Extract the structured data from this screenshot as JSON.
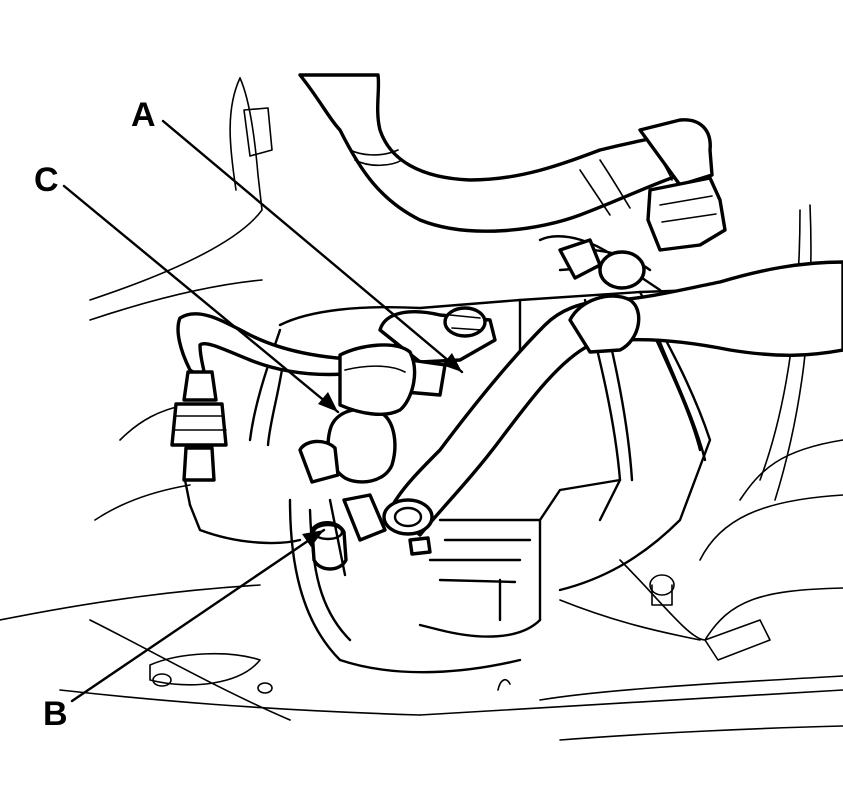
{
  "callouts": [
    {
      "id": "a",
      "label": "A"
    },
    {
      "id": "b",
      "label": "B"
    },
    {
      "id": "c",
      "label": "C"
    }
  ]
}
